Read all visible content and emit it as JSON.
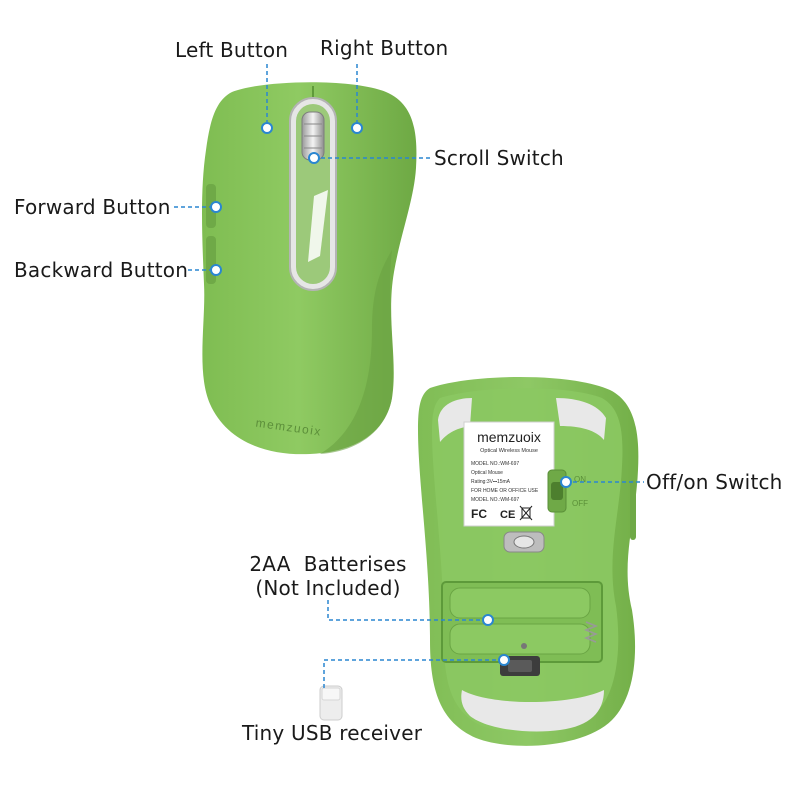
{
  "brand": "memzuoix",
  "top_mouse": {
    "brand_engraving": "memzuoix"
  },
  "callouts": {
    "left_button": "Left Button",
    "right_button": "Right Button",
    "scroll_switch": "Scroll Switch",
    "forward_button": "Forward Button",
    "backward_button": "Backward Button",
    "off_on_switch": "Off/on Switch",
    "batteries_line1": "2AA  Batterises",
    "batteries_line2": "(Not Included)",
    "usb_receiver": "Tiny USB receiver"
  },
  "bottom_label": {
    "brand": "memzuoix",
    "subtitle": "Optical Wireless Mouse",
    "model_line1": "MODEL NO.:WM-697",
    "product": "Optical Mouse",
    "rating": "Rating:3V⎓15mA",
    "use": "FOR HOME OR OFFICE USE",
    "model_line2": "MODEL NO.:WM-697",
    "marks": [
      "FC",
      "CE"
    ]
  },
  "switch_labels": {
    "on": "ON",
    "off": "OFF"
  },
  "colors": {
    "mouse_green": "#86c25a",
    "mouse_green_dark": "#6fae45",
    "callout_line": "#2a86d1",
    "text": "#1a1a1a"
  }
}
